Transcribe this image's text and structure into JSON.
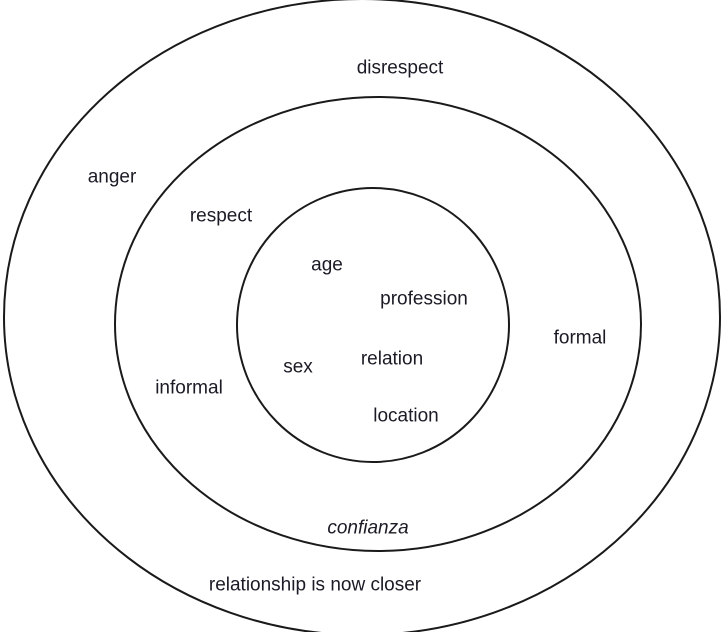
{
  "diagram": {
    "type": "concentric-circles",
    "stroke_color": "#1a1a1a",
    "text_color": "#1b1b26",
    "background_color": "#ffffff",
    "rings": [
      {
        "name": "inner-circle",
        "labels": [
          "age",
          "profession",
          "sex",
          "relation",
          "location"
        ]
      },
      {
        "name": "middle-ring",
        "labels": [
          "respect",
          "informal",
          "formal",
          "confianza"
        ]
      },
      {
        "name": "outer-ring",
        "labels": [
          "disrespect",
          "anger",
          "relationship is now closer"
        ]
      }
    ]
  }
}
